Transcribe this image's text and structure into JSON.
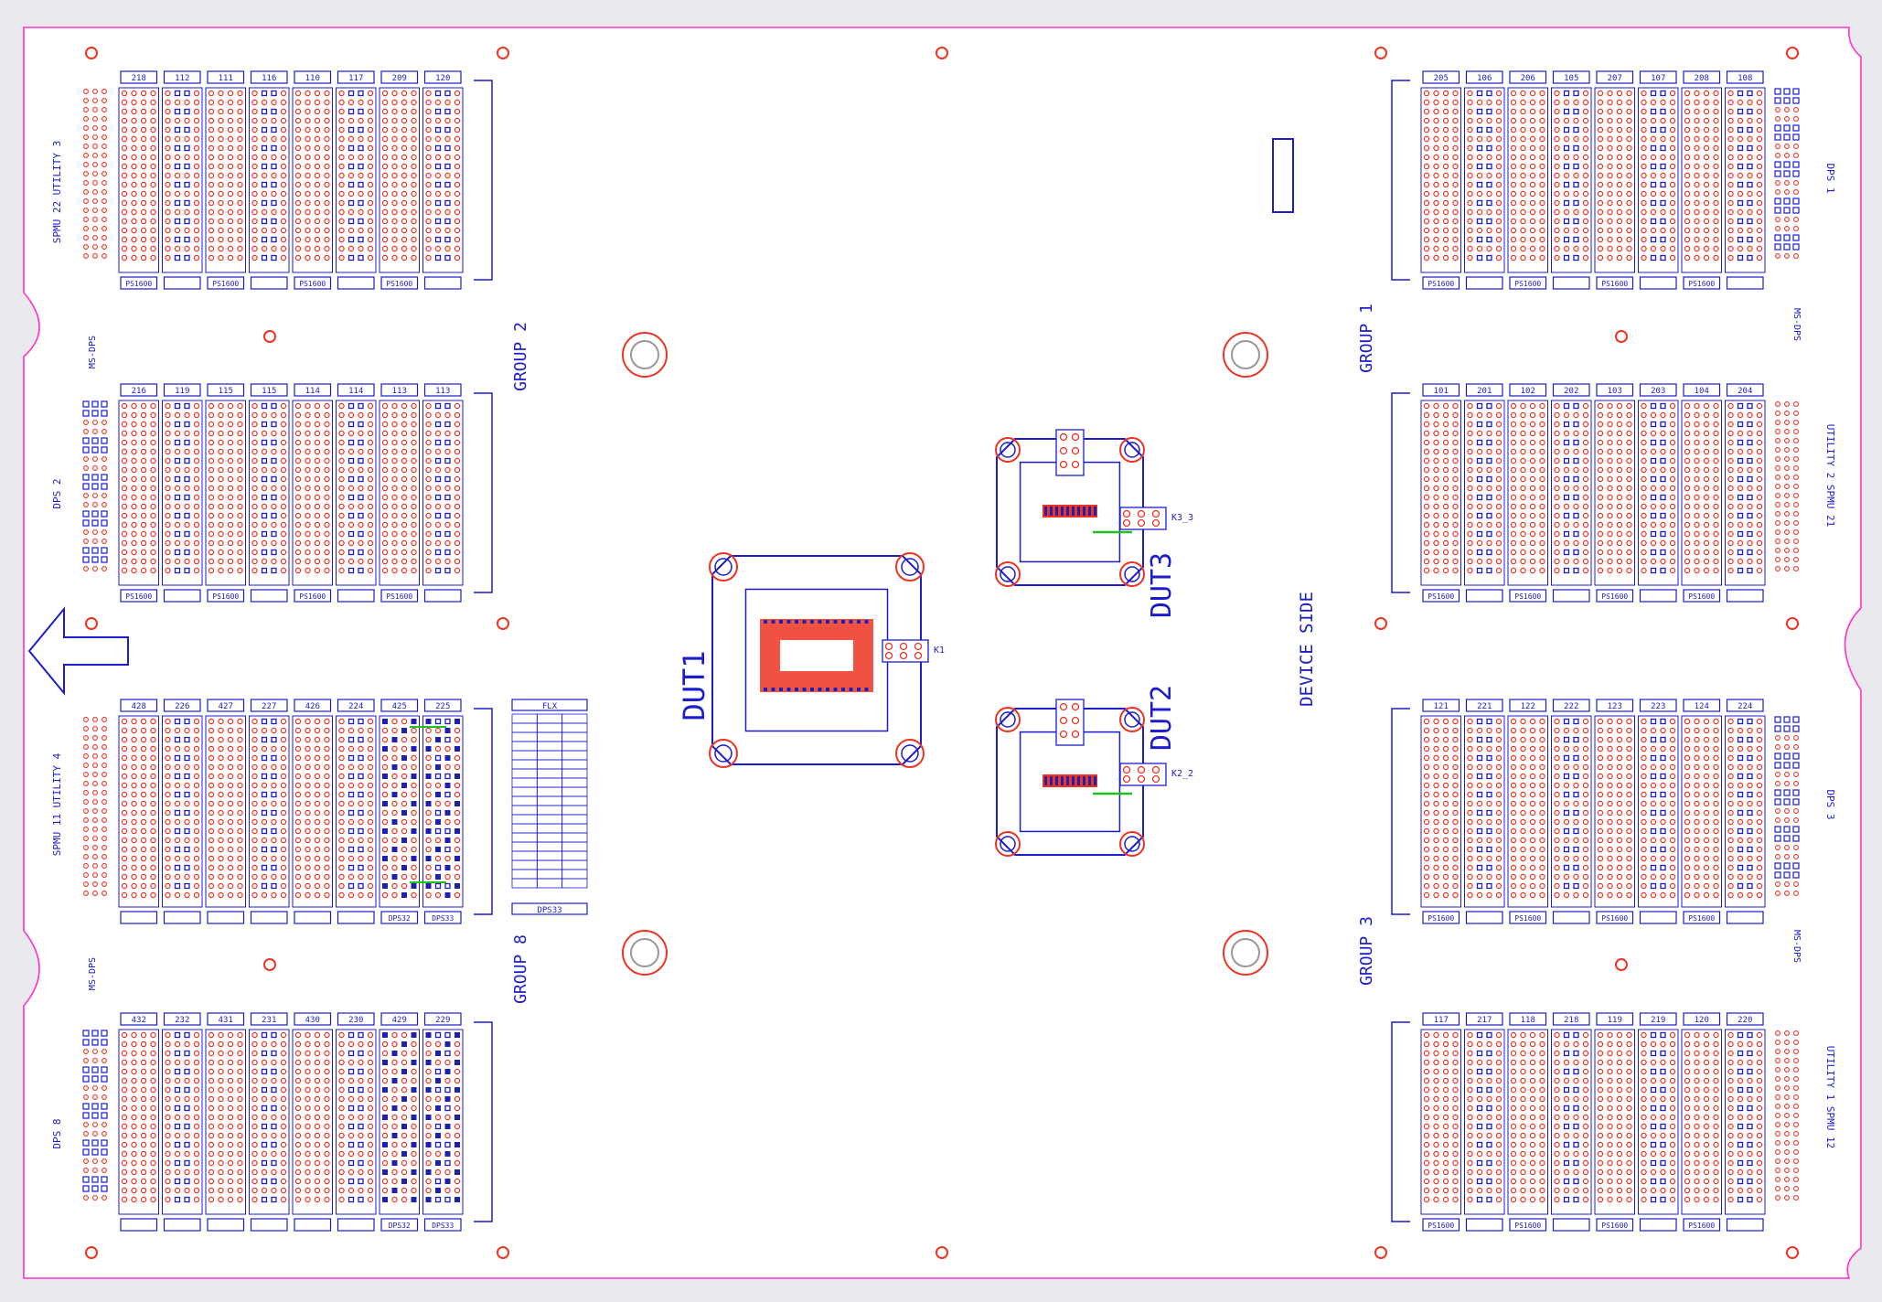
{
  "colors": {
    "page_bg": "#e9e9ee",
    "board_bg": "#ffffff",
    "outline": "#ff33cc",
    "trace": "#1c1ccc",
    "pad": "#ee3322",
    "route": "#20c020",
    "blue_fill": "#2020b0"
  },
  "labels": {
    "device_side": "DEVICE SIDE",
    "group1": "GROUP 1",
    "group2": "GROUP 2",
    "group3": "GROUP 3",
    "group8": "GROUP 8",
    "dps1": "DPS 1",
    "dps2": "DPS 2",
    "dps3": "DPS 3",
    "dps8": "DPS 8",
    "spmu22_util3": "SPMU 22  UTILITY 3",
    "spmu11_util4": "SPMU 11  UTILITY 4",
    "util2_spmu21": "UTILITY 2  SPMU 21",
    "util1_spmu12": "UTILITY 1  SPMU 12",
    "ms_dps": "MS-DPS",
    "dut1": "DUT1",
    "dut2": "DUT2",
    "dut3": "DUT3",
    "k1": "K1",
    "k2_2": "K2_2",
    "k3_3": "K3_3"
  },
  "headers": {
    "g2_top": [
      "218",
      "112",
      "111",
      "116",
      "110",
      "117",
      "209",
      "120"
    ],
    "g2_mid": [
      "216",
      "119",
      "115",
      "115",
      "114",
      "114",
      "113",
      "113"
    ],
    "g8_top": [
      "428",
      "226",
      "427",
      "227",
      "426",
      "224",
      "425",
      "225"
    ],
    "g8_bot": [
      "432",
      "232",
      "431",
      "231",
      "430",
      "230",
      "429",
      "229"
    ],
    "g1_top": [
      "205",
      "106",
      "206",
      "105",
      "207",
      "107",
      "208",
      "108"
    ],
    "g1_mid": [
      "101",
      "201",
      "102",
      "202",
      "103",
      "203",
      "104",
      "204"
    ],
    "g3_top": [
      "121",
      "221",
      "122",
      "222",
      "123",
      "223",
      "124",
      "224"
    ],
    "g3_bot": [
      "117",
      "217",
      "118",
      "218",
      "119",
      "219",
      "120",
      "220"
    ],
    "sheet_top": [
      "PS1600",
      "",
      "PS1600",
      "",
      "PS1600",
      "",
      "PS1600",
      ""
    ],
    "sheet_bot": [
      "PS1600",
      "",
      "PS1600",
      "",
      "PS1600",
      "",
      "PS1600",
      ""
    ],
    "dps_bot": [
      "",
      "",
      "",
      "",
      "",
      "",
      "DPS32",
      "DPS33"
    ],
    "dps_table_top": "FLX",
    "dps_table_bot": "DPS33"
  }
}
